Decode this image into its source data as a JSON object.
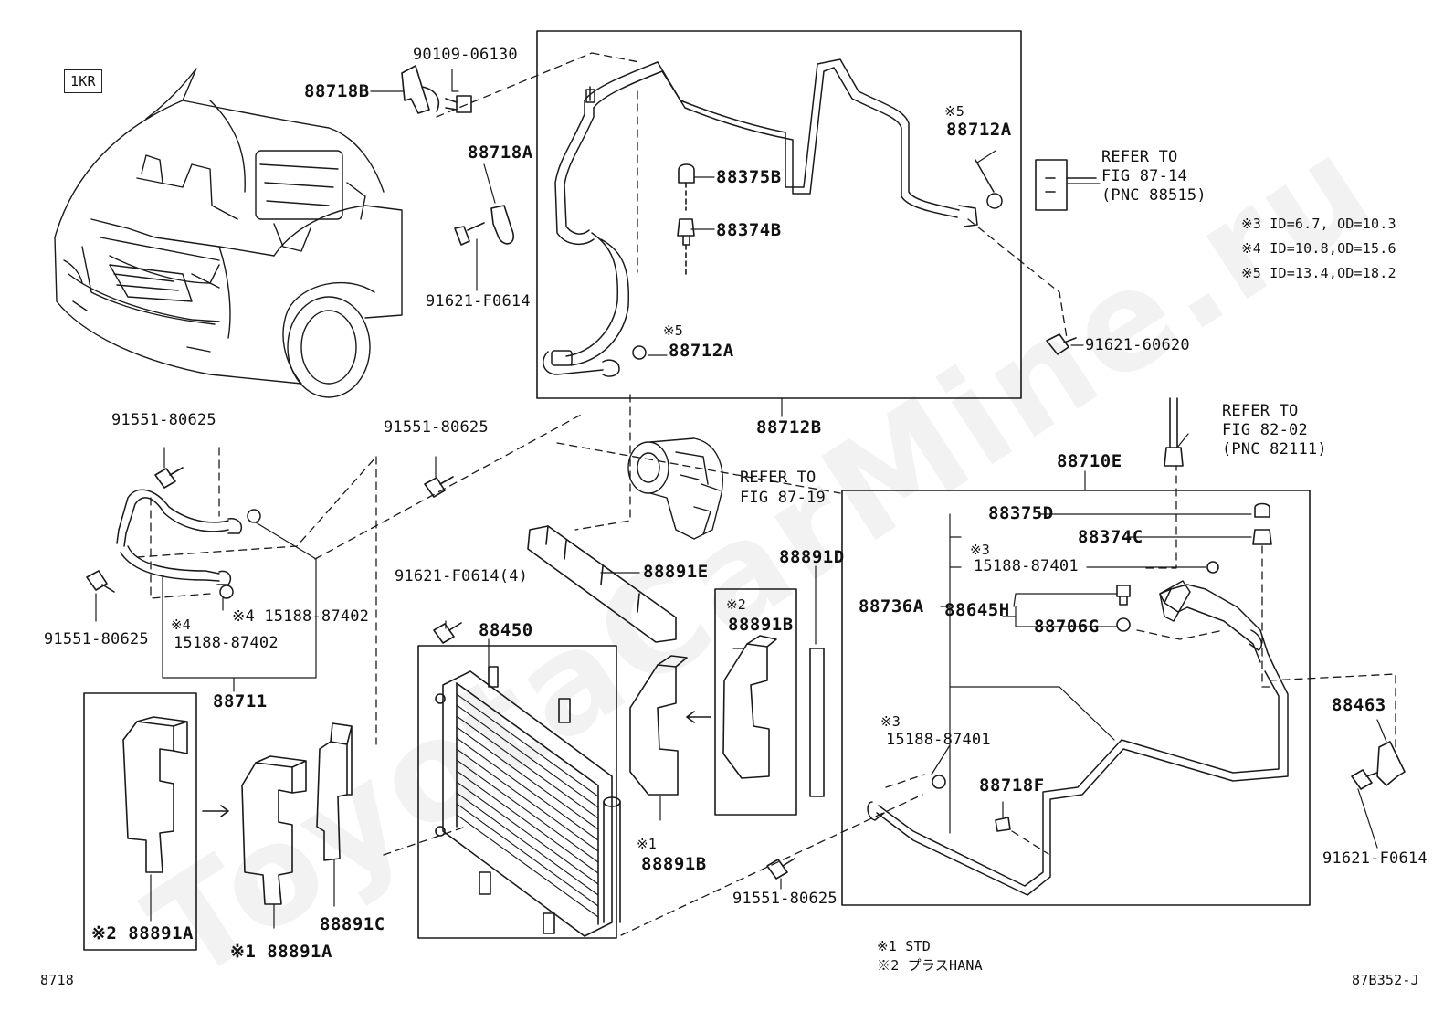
{
  "engine_code": "1KR",
  "fig_number": "8718",
  "drawing_code": "87B352-J",
  "watermark": "ToyotaCarMine.ru",
  "references": {
    "ref_87_14": [
      "REFER TO",
      "FIG 87-14",
      "(PNC 88515)"
    ],
    "ref_82_02": [
      "REFER TO",
      "FIG 82-02",
      "(PNC 82111)"
    ],
    "ref_87_19": [
      "REFER TO",
      "FIG 87-19"
    ]
  },
  "specs": {
    "s3": "※3 ID=6.7, OD=10.3",
    "s4": "※4 ID=10.8,OD=15.6",
    "s5": "※5 ID=13.4,OD=18.2"
  },
  "legend": {
    "l1": "※1 STD",
    "l2": "※2 プラスHANA"
  },
  "parts": {
    "p88718B": "88718B",
    "p90109": "90109-06130",
    "p88718A": "88718A",
    "p91621_f0614_top": "91621-F0614",
    "p88375B": "88375B",
    "p88374B": "88374B",
    "m5a": "※5",
    "p88712A_right": "88712A",
    "m5b": "※5",
    "p88712A_left": "88712A",
    "p88712B": "88712B",
    "p91621_60620": "91621-60620",
    "p91551_left_top": "91551-80625",
    "p91551_mid": "91551-80625",
    "p91551_left_bottom": "91551-80625",
    "m4a": "※4",
    "p15188_87402_a": "15188-87402",
    "p15188_87402_b": "※4 15188-87402",
    "p88711": "88711",
    "p88891E": "88891E",
    "p88891D": "88891D",
    "p91621_f0614_4": "91621-F0614(4)",
    "p88450": "88450",
    "m2_b": "※2",
    "p88891B_opt": "88891B",
    "m1_b": "※1",
    "p88891B_std": "88891B",
    "m2_a": "※2 88891A",
    "m1_a": "※1 88891A",
    "p88891C": "88891C",
    "p91551_bottom": "91551-80625",
    "p88710E": "88710E",
    "p88375D": "88375D",
    "p88374C": "88374C",
    "m3a": "※3",
    "p15188_87401_a": "15188-87401",
    "p88736A": "88736A",
    "p88645H": "88645H",
    "p88706G": "88706G",
    "m3b": "※3",
    "p15188_87401_b": "15188-87401",
    "p88718F": "88718F",
    "p88463": "88463",
    "p91621_f0614_right": "91621-F0614"
  }
}
